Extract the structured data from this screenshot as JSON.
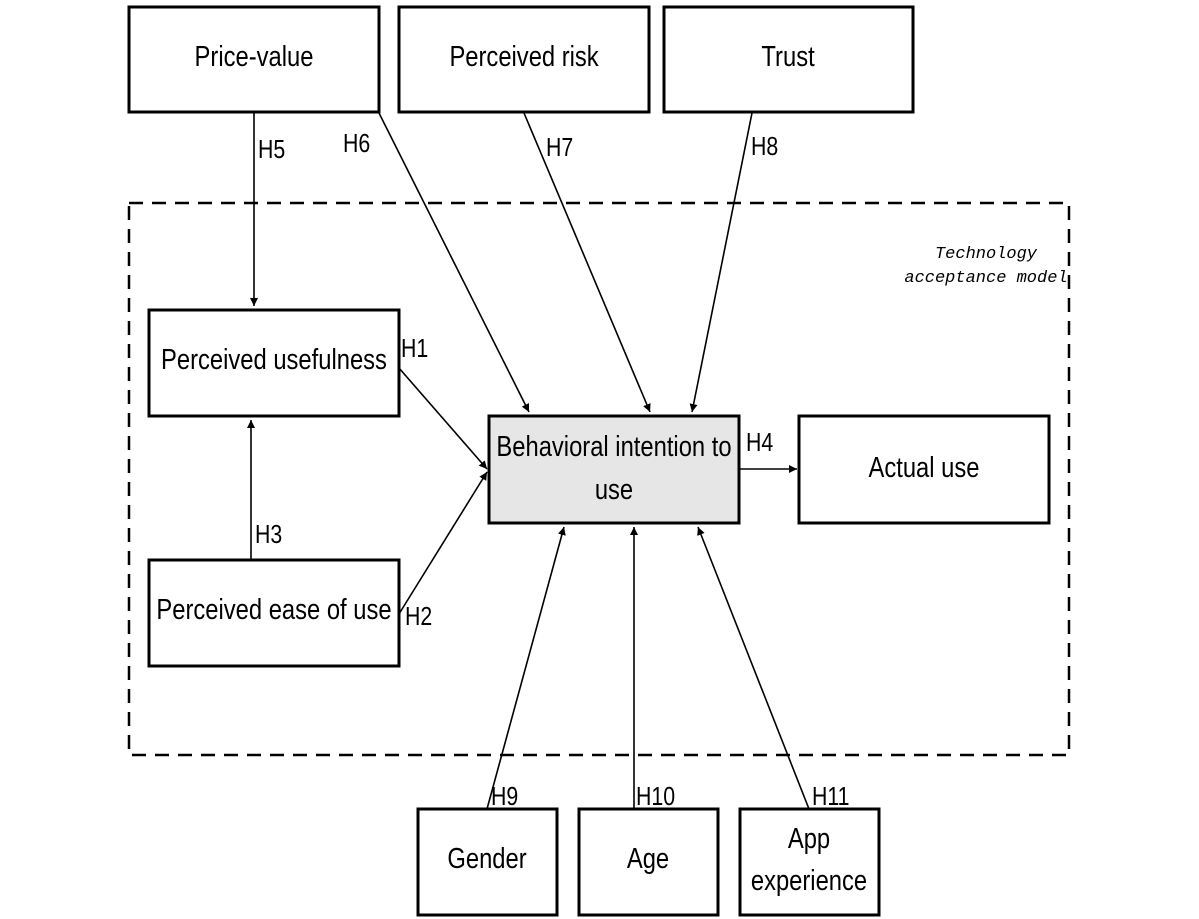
{
  "nodes": {
    "price_value": "Price-value",
    "perceived_risk": "Perceived risk",
    "trust": "Trust",
    "perceived_usefulness": "Perceived usefulness",
    "perceived_ease_of_use": "Perceived ease of use",
    "behavioral_intention_line1": "Behavioral intention to",
    "behavioral_intention_line2": "use",
    "actual_use": "Actual use",
    "gender": "Gender",
    "age": "Age",
    "app_experience_line1": "App",
    "app_experience_line2": "experience"
  },
  "frame": {
    "label_line1": "Technology",
    "label_line2": "acceptance model"
  },
  "hypotheses": {
    "h1": "H1",
    "h2": "H2",
    "h3": "H3",
    "h4": "H4",
    "h5": "H5",
    "h6": "H6",
    "h7": "H7",
    "h8": "H8",
    "h9": "H9",
    "h10": "H10",
    "h11": "H11"
  },
  "colors": {
    "stroke": "#000000",
    "central_fill": "#e6e6e6",
    "box_fill": "#ffffff"
  }
}
